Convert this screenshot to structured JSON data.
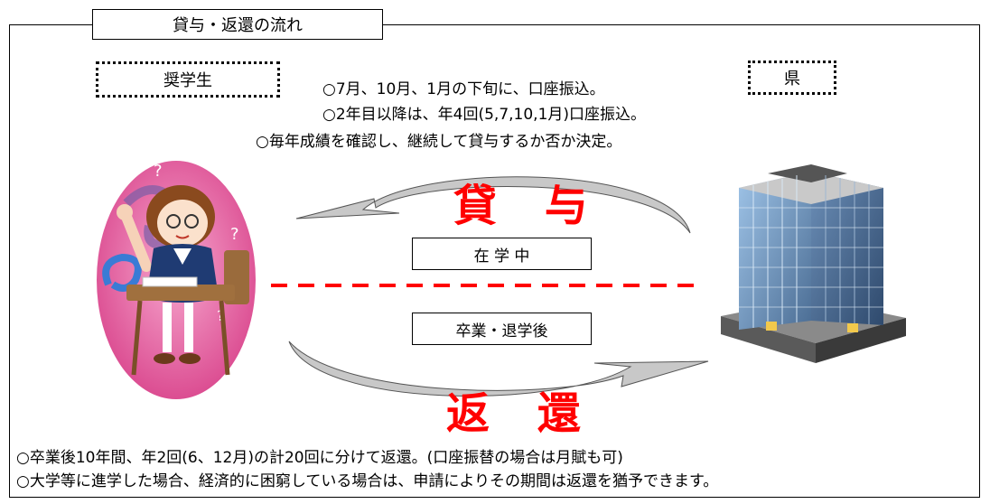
{
  "title": "貸与・返還の流れ",
  "student_label": "奨学生",
  "prefecture_label": "県",
  "notes": [
    "○7月、10月、1月の下旬に、口座振込。",
    "○2年目以降は、年4回(5,7,10,1月)口座振込。",
    "○毎年成績を確認し、継続して貸与するか否か決定。"
  ],
  "loan_label": "貸 与",
  "repay_label": "返 還",
  "in_school_label": "在 学 中",
  "after_graduation_label": "卒業・退学後",
  "footer": [
    "○卒業後10年間、年2回(6、12月)の計20回に分けて返還。(口座振替の場合は月賦も可)",
    "○大学等に進学した場合、経済的に困窮している場合は、申請によりその期間は返還を猶予できます。"
  ],
  "colors": {
    "accent_red": "#ff0000",
    "arrow_fill": "#c8c8c8",
    "egg_pink": "#e05a9a"
  },
  "icons": [
    "student-illustration",
    "office-building-illustration"
  ]
}
